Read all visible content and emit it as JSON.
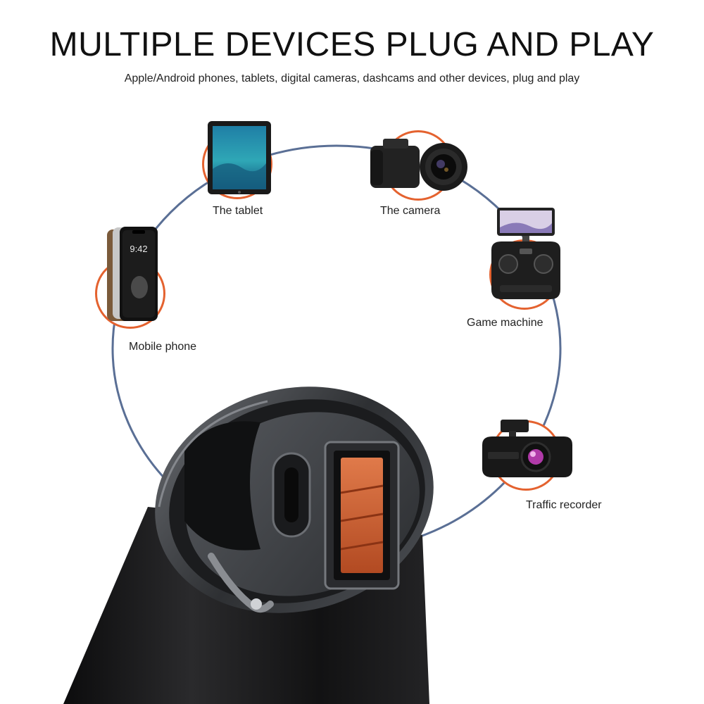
{
  "headline": "MULTIPLE DEVICES PLUG AND PLAY",
  "subheadline": "Apple/Android phones, tablets, digital cameras, dashcams and other devices, plug and play",
  "colors": {
    "ring": "#5a6f95",
    "accent": "#e4622f",
    "charger_body": "#1c1c1e",
    "usb_port": "#d8643a"
  },
  "devices": {
    "tablet": {
      "label": "The tablet",
      "icon": "tablet-icon"
    },
    "camera": {
      "label": "The camera",
      "icon": "camera-icon"
    },
    "phone": {
      "label": "Mobile phone",
      "icon": "phone-icon"
    },
    "game": {
      "label": "Game machine",
      "icon": "gamepad-icon"
    },
    "recorder": {
      "label": "Traffic recorder",
      "icon": "dashcam-icon"
    }
  },
  "product": {
    "icon": "car-charger-icon"
  }
}
